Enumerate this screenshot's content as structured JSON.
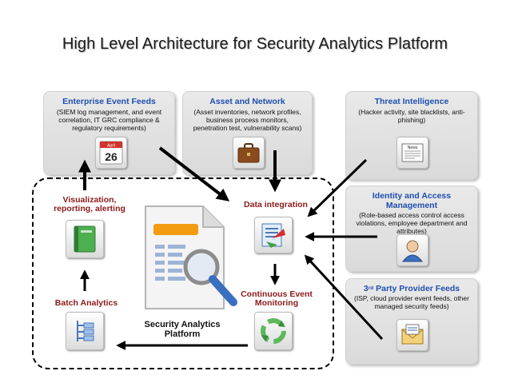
{
  "title": "High Level Architecture for Security Analytics Platform",
  "sources": {
    "enterprise": {
      "title": "Enterprise Event Feeds",
      "desc": "(SIEM log management, and event correlation, IT GRC compliance & regulatory requirements)",
      "icon": "calendar-icon",
      "calendar_month": "April",
      "calendar_day": "26"
    },
    "asset": {
      "title": "Asset and Network",
      "desc": "(Asset inventories, network profiles, business process monitors, penetration test, vulnerability scans)",
      "icon": "briefcase-icon"
    },
    "threat": {
      "title": "Threat Intelligence",
      "desc": "(Hacker activity, site blacklists, anti-phishing)",
      "icon": "newspaper-icon",
      "news_label": "News"
    },
    "identity": {
      "title": "Identity and Access Management",
      "desc": "(Role-based access control access violations, employee department and attributes)",
      "icon": "user-icon"
    },
    "third_party": {
      "title_sup": "3",
      "title_sup_text": "rd",
      "title_rest": " Party Provider Feeds",
      "desc": "(ISP, cloud provider event feeds, other managed security feeds)",
      "icon": "mail-icon"
    }
  },
  "platform": {
    "visualization": "Visualization, reporting, alerting",
    "data_integration": "Data integration",
    "continuous_monitoring": "Continuous Event Monitoring",
    "batch_analytics": "Batch Analytics",
    "platform_label": "Security Analytics Platform"
  },
  "colors": {
    "source_title": "#1e4fb0",
    "node_label": "#8b1a1a",
    "document_orange": "#f39c12"
  }
}
